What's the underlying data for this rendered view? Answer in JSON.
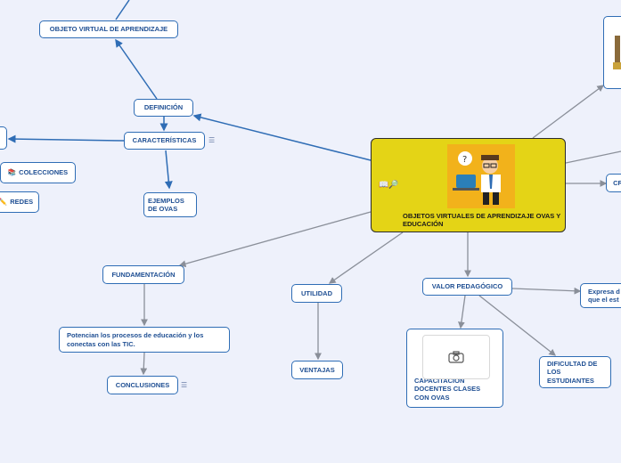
{
  "central": {
    "title": "OBJETOS VIRTUALES DE APRENDIZAJE OVAS Y EDUCACIÓN",
    "tools_icons": "📖🔎"
  },
  "nodes": {
    "objeto_virtual": "OBJETO VIRTUAL DE APRENDIZAJE",
    "definicion": "DEFINICIÓN",
    "caracteristicas": "CARACTERÍSTICAS",
    "colecciones": "COLECCIONES",
    "redes": "REDES",
    "ejemplos": "EJEMPLOS DE OVAS",
    "fundamentacion": "FUNDAMENTACIÓN",
    "potencian": "Potencian los procesos de educación y los conectas con las TIC.",
    "conclusiones": "CONCLUSIONES",
    "utilidad": "UTILIDAD",
    "ventajas": "VENTAJAS",
    "valor_pedagogico": "VALOR PEDAGÓGICO",
    "capacitacion": "CAPACITACIÓN DOCENTES CLASES CON OVAS",
    "dificultad": "DIFICULTAD DE LOS ESTUDIANTES",
    "expresa": "Expresa d que el est",
    "cr": "CR"
  },
  "icons": {
    "colecciones": "📚",
    "redes": "✏️",
    "notes": "☰",
    "camera": "camera-icon"
  },
  "colors": {
    "background": "#eef1fb",
    "node_border": "#2f6db5",
    "node_text": "#1f4f93",
    "central_fill": "#e4d416",
    "connector": "#8a8f99"
  }
}
